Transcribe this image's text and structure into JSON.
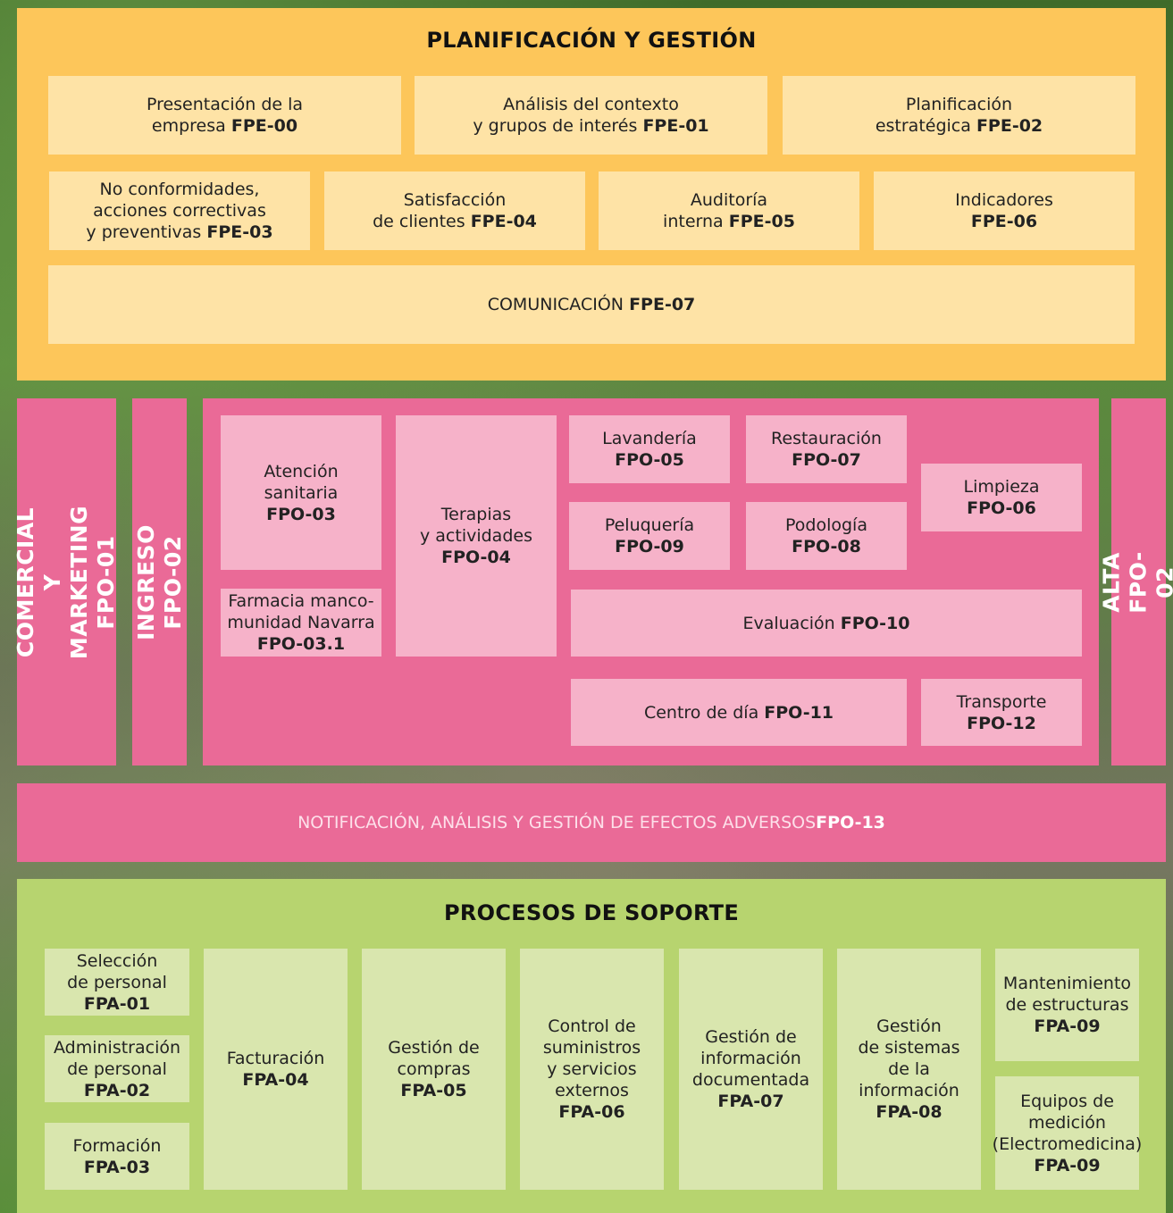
{
  "planning": {
    "title": "PLANIFICACIÓN Y GESTIÓN",
    "items": [
      {
        "label": "Presentación de la\nempresa ",
        "code": "FPE-00"
      },
      {
        "label": "Análisis del contexto\ny grupos de interés ",
        "code": "FPE-01"
      },
      {
        "label": "Planificación\nestratégica ",
        "code": "FPE-02"
      },
      {
        "label": "No conformidades,\nacciones correctivas\ny preventivas ",
        "code": "FPE-03"
      },
      {
        "label": "Satisfacción\nde clientes ",
        "code": "FPE-04"
      },
      {
        "label": "Auditoría\ninterna ",
        "code": "FPE-05"
      },
      {
        "label": "Indicadores\n",
        "code": "FPE-06"
      },
      {
        "label": "COMUNICACIÓN ",
        "code": "FPE-07"
      }
    ]
  },
  "operative": {
    "left_vertical_1": "COMERCIAL Y\nMARKETING FPO-01",
    "left_vertical_2": "INGRESO FPO-02",
    "right_vertical": "ALTA FPO-02",
    "items": [
      {
        "label": "Atención\nsanitaria\n",
        "code": "FPO-03"
      },
      {
        "label": "Farmacia manco-\nmunidad Navarra\n",
        "code": "FPO-03.1"
      },
      {
        "label": "Terapias\ny actividades\n",
        "code": "FPO-04"
      },
      {
        "label": "Lavandería\n",
        "code": "FPO-05"
      },
      {
        "label": "Restauración\n",
        "code": "FPO-07"
      },
      {
        "label": "Limpieza\n",
        "code": "FPO-06"
      },
      {
        "label": "Peluquería\n",
        "code": "FPO-09"
      },
      {
        "label": "Podología\n",
        "code": "FPO-08"
      },
      {
        "label": "Evaluación ",
        "code": "FPO-10"
      },
      {
        "label": "Centro de día ",
        "code": "FPO-11"
      },
      {
        "label": "Transporte\n",
        "code": "FPO-12"
      }
    ],
    "notification": {
      "label": "NOTIFICACIÓN, ANÁLISIS Y GESTIÓN DE EFECTOS ADVERSOS ",
      "code": "FPO-13"
    }
  },
  "support": {
    "title": "PROCESOS DE SOPORTE",
    "items": [
      {
        "label": "Selección\nde personal\n",
        "code": "FPA-01"
      },
      {
        "label": "Administración\nde personal\n",
        "code": "FPA-02"
      },
      {
        "label": "Formación\n",
        "code": "FPA-03"
      },
      {
        "label": "Facturación\n",
        "code": "FPA-04"
      },
      {
        "label": "Gestión de\ncompras\n",
        "code": "FPA-05"
      },
      {
        "label": "Control de\nsuministros\ny servicios\nexternos\n",
        "code": "FPA-06"
      },
      {
        "label": "Gestión de\ninformación\ndocumentada\n",
        "code": "FPA-07"
      },
      {
        "label": "Gestión\nde sistemas\nde la\ninformación\n",
        "code": "FPA-08"
      },
      {
        "label": "Mantenimiento\nde estructuras\n",
        "code": "FPA-09"
      },
      {
        "label": "Equipos de\nmedición\n(Electromedicina)\n",
        "code": "FPA-09"
      }
    ]
  },
  "colors": {
    "planning": "#fdc65a",
    "operative": "#ea6a97",
    "support": "#b7d46f"
  }
}
